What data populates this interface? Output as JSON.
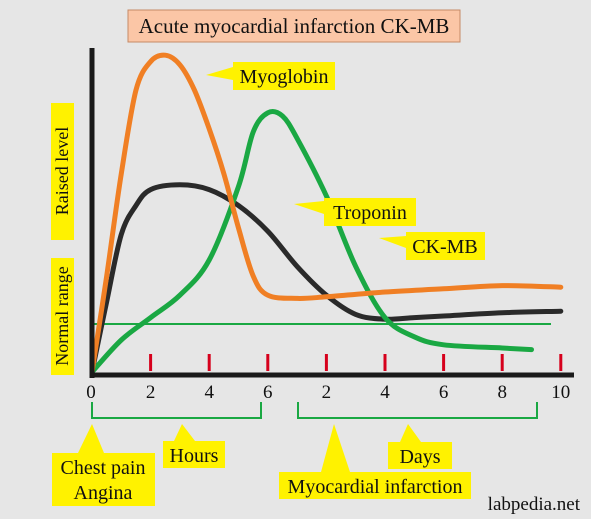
{
  "chart_data": {
    "type": "line",
    "title": "Acute myocardial infarction CK-MB",
    "ylabel_top": "Raised level",
    "ylabel_bottom": "Normal range",
    "x_ticks": [
      "0",
      "2",
      "4",
      "6",
      "2",
      "4",
      "6",
      "8",
      "10"
    ],
    "x_groups": [
      {
        "label": "Hours",
        "ticks": [
          "0",
          "2",
          "4",
          "6"
        ]
      },
      {
        "label": "Days",
        "ticks": [
          "2",
          "4",
          "6",
          "8",
          "10"
        ]
      }
    ],
    "series": [
      {
        "name": "Myoglobin",
        "color": "#f07f24",
        "values": [
          [
            0,
            0.0
          ],
          [
            0.25,
            0.3
          ],
          [
            0.5,
            0.62
          ],
          [
            0.75,
            0.88
          ],
          [
            1.0,
            0.97
          ],
          [
            1.25,
            0.99
          ],
          [
            1.5,
            0.96
          ],
          [
            1.75,
            0.88
          ],
          [
            2.0,
            0.76
          ],
          [
            2.25,
            0.62
          ],
          [
            2.5,
            0.45
          ],
          [
            2.75,
            0.3
          ],
          [
            3.0,
            0.24
          ],
          [
            3.5,
            0.23
          ],
          [
            4.0,
            0.235
          ],
          [
            5.0,
            0.25
          ],
          [
            6.0,
            0.26
          ],
          [
            7.0,
            0.27
          ],
          [
            8.0,
            0.265
          ]
        ]
      },
      {
        "name": "Troponin",
        "color": "#2a2a2a",
        "values": [
          [
            0,
            0.0
          ],
          [
            0.25,
            0.22
          ],
          [
            0.5,
            0.43
          ],
          [
            0.75,
            0.52
          ],
          [
            1.0,
            0.57
          ],
          [
            1.5,
            0.585
          ],
          [
            2.0,
            0.57
          ],
          [
            2.5,
            0.52
          ],
          [
            3.0,
            0.44
          ],
          [
            3.5,
            0.33
          ],
          [
            4.0,
            0.24
          ],
          [
            4.5,
            0.18
          ],
          [
            5.0,
            0.165
          ],
          [
            5.5,
            0.17
          ],
          [
            6.0,
            0.175
          ],
          [
            7.0,
            0.185
          ],
          [
            8.0,
            0.19
          ]
        ]
      },
      {
        "name": "CK-MB",
        "color": "#1aa843",
        "values": [
          [
            0,
            0.0
          ],
          [
            0.5,
            0.1
          ],
          [
            1.0,
            0.17
          ],
          [
            1.5,
            0.24
          ],
          [
            2.0,
            0.35
          ],
          [
            2.5,
            0.58
          ],
          [
            2.75,
            0.75
          ],
          [
            3.0,
            0.81
          ],
          [
            3.25,
            0.8
          ],
          [
            3.5,
            0.73
          ],
          [
            4.0,
            0.55
          ],
          [
            4.5,
            0.33
          ],
          [
            5.0,
            0.17
          ],
          [
            5.5,
            0.11
          ],
          [
            6.0,
            0.085
          ],
          [
            7.0,
            0.075
          ],
          [
            7.5,
            0.07
          ]
        ]
      }
    ],
    "normal_range_line": {
      "value": 0.15,
      "color": "#1aa843"
    },
    "annotations": [
      {
        "text": "Chest pain",
        "text2": "Angina"
      },
      {
        "text": "Myocardial infarction"
      }
    ],
    "grid": false
  },
  "watermark": "labpedia.net"
}
